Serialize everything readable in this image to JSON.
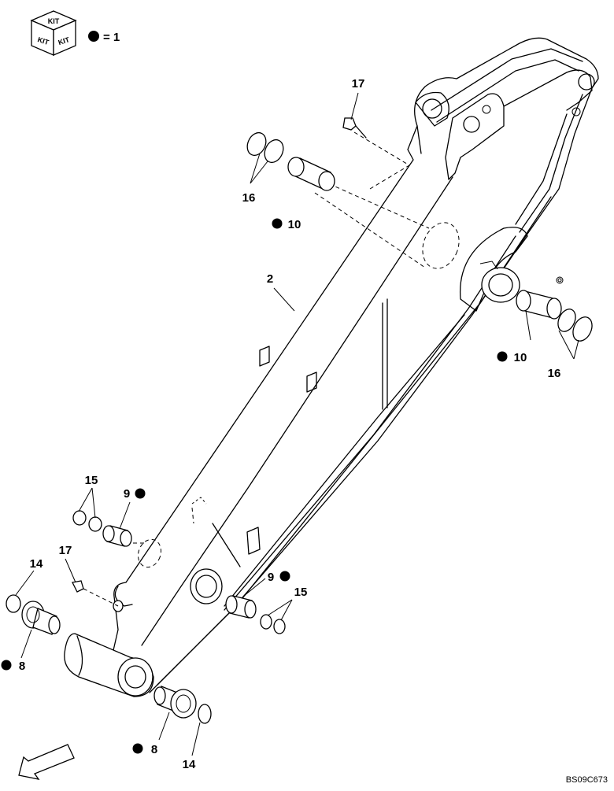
{
  "kit_legend": {
    "cube_top_text": "KIT",
    "cube_left_text": "KIT",
    "cube_right_text": "KIT",
    "bullet_equals": "= 1"
  },
  "callouts": {
    "arm": "2",
    "pin_bushing_front": "8",
    "pin_bushing_rear": "8",
    "bushing_left": "9",
    "bushing_right": "9",
    "bushing_upper": "10",
    "bushing_lower": "10",
    "shim_left": "14",
    "shim_bottom": "14",
    "orings_left": "15",
    "orings_right": "15",
    "orings_upper": "16",
    "orings_lower": "16",
    "grease_fitting_top": "17",
    "grease_fitting_left": "17"
  },
  "footer": {
    "reference_code": "BS09C673"
  },
  "icons": {
    "bullet": "filled-circle",
    "kit_cube": "cube-icon",
    "direction_arrow": "arrow-down-left-icon"
  }
}
